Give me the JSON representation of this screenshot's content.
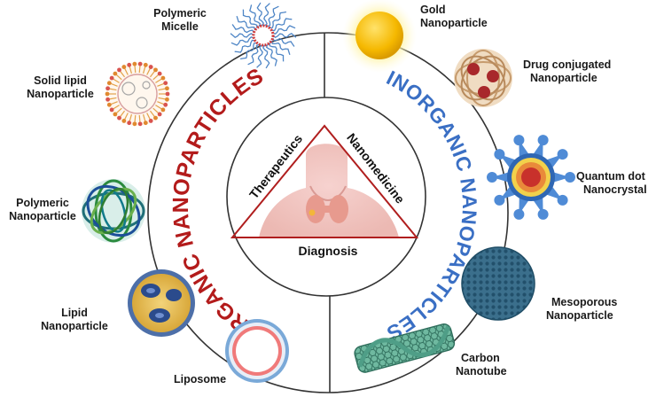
{
  "center": {
    "therapeutics": "Therapeutics",
    "nanomedicine": "Nanomedicine",
    "diagnosis": "Diagnosis"
  },
  "arcs": {
    "organic": "ORGANIC NANOPARTICLES",
    "inorganic": "INORGANIC NANOPARTICLES"
  },
  "organic": [
    {
      "name": "polymeric-micelle",
      "line1": "Polymeric",
      "line2": "Micelle"
    },
    {
      "name": "solid-lipid-nanoparticle",
      "line1": "Solid lipid",
      "line2": "Nanoparticle"
    },
    {
      "name": "polymeric-nanoparticle",
      "line1": "Polymeric",
      "line2": "Nanoparticle"
    },
    {
      "name": "lipid-nanoparticle",
      "line1": "Lipid",
      "line2": "Nanoparticle"
    },
    {
      "name": "liposome",
      "line1": "Liposome",
      "line2": ""
    }
  ],
  "inorganic": [
    {
      "name": "gold-nanoparticle",
      "line1": "Gold",
      "line2": "Nanoparticle"
    },
    {
      "name": "drug-conjugated-nanoparticle",
      "line1": "Drug conjugated",
      "line2": "Nanoparticle"
    },
    {
      "name": "quantum-dot-nanocrystal",
      "line1": "Quantum dot",
      "line2": "Nanocrystal"
    },
    {
      "name": "mesoporous-nanoparticle",
      "line1": "Mesoporous",
      "line2": "Nanoparticle"
    },
    {
      "name": "carbon-nanotube",
      "line1": "Carbon",
      "line2": "Nanotube"
    }
  ],
  "colors": {
    "organic": "#b31b1b",
    "inorganic": "#3a6fc4",
    "triangle": "#b01e1e",
    "ring": "#333333"
  }
}
